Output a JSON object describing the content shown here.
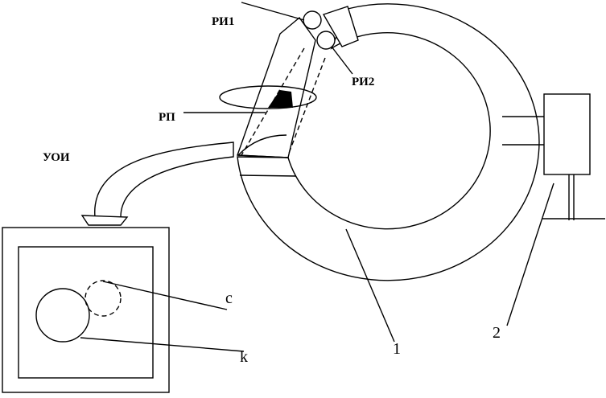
{
  "labels": {
    "ri1": "РИ1",
    "ri2": "РИ2",
    "rp": "РП",
    "uoi": "УОИ",
    "c": "c",
    "k": "k",
    "one": "1",
    "two": "2"
  }
}
